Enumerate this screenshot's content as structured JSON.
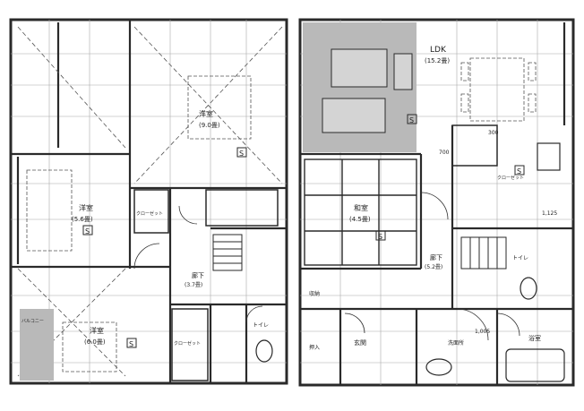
{
  "labels": {
    "ldk": "LDK",
    "ldk_area": "(15.2畳)",
    "west_room": "洋室",
    "west_room_area": "(9.0畳)",
    "room_2": "洋室",
    "room_2_area": "(5.6畳)",
    "room_3": "洋室",
    "room_3_area": "(6.0畳)",
    "tatami": "和室",
    "tatami_area": "(4.5畳)",
    "corridor_1": "廊下",
    "corridor_1_area": "(3.7畳)",
    "corridor_2": "廊下",
    "corridor_2_area": "(5.2畳)",
    "closet_1": "クローゼット",
    "closet_2": "クローゼット",
    "closet_3": "クローゼット",
    "toilet_1": "トイレ",
    "toilet_2": "トイレ",
    "washroom": "洗面所",
    "bath": "浴室",
    "entrance": "玄関",
    "storage": "収納",
    "storage_2": "押入",
    "balcony_note": "バルコニー",
    "dim_300": "300",
    "dim_700": "700",
    "dim_1125": "1,125",
    "dim_1005": "1,005",
    "s_mark": "S"
  },
  "colors": {
    "line": "#2a2a2a",
    "grid": "#9a9a9a",
    "shade": "#b9b9b9",
    "dark_shade": "#8f8f8f"
  }
}
